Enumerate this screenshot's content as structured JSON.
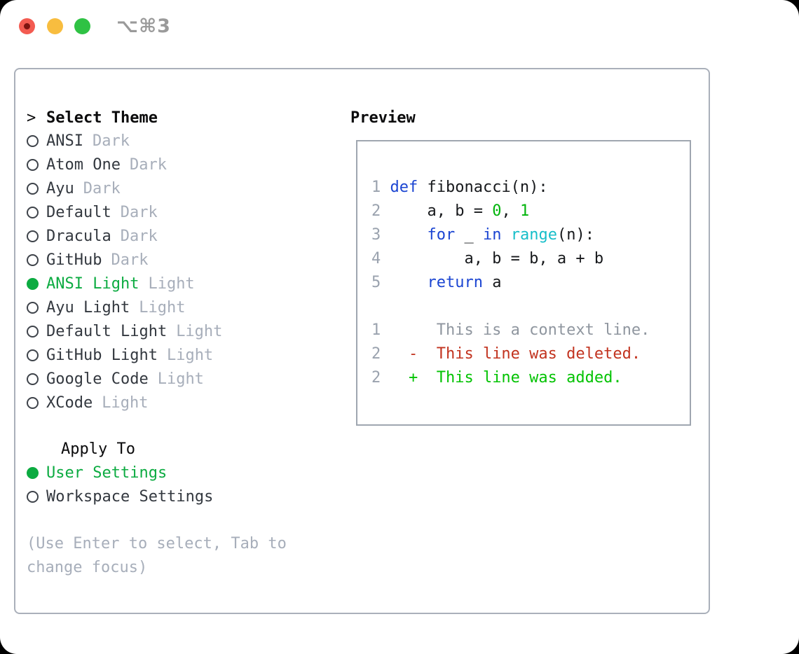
{
  "titlebar": {
    "shortcut": "⌥⌘3",
    "traffic_lights": [
      "close-unsaved",
      "minimize",
      "zoom"
    ]
  },
  "theme_panel": {
    "prompt": ">",
    "title": "Select Theme",
    "themes": [
      {
        "name": "ANSI",
        "tag": "Dark",
        "selected": false
      },
      {
        "name": "Atom One",
        "tag": "Dark",
        "selected": false
      },
      {
        "name": "Ayu",
        "tag": "Dark",
        "selected": false
      },
      {
        "name": "Default",
        "tag": "Dark",
        "selected": false
      },
      {
        "name": "Dracula",
        "tag": "Dark",
        "selected": false
      },
      {
        "name": "GitHub",
        "tag": "Dark",
        "selected": false
      },
      {
        "name": "ANSI Light",
        "tag": "Light",
        "selected": true
      },
      {
        "name": "Ayu Light",
        "tag": "Light",
        "selected": false
      },
      {
        "name": "Default Light",
        "tag": "Light",
        "selected": false
      },
      {
        "name": "GitHub Light",
        "tag": "Light",
        "selected": false
      },
      {
        "name": "Google Code",
        "tag": "Light",
        "selected": false
      },
      {
        "name": "XCode",
        "tag": "Light",
        "selected": false
      }
    ],
    "apply_to": {
      "title": "Apply To",
      "options": [
        {
          "label": "User Settings",
          "selected": true
        },
        {
          "label": "Workspace Settings",
          "selected": false
        }
      ]
    },
    "hint_line1": "(Use Enter to select, Tab to",
    "hint_line2": "change focus)"
  },
  "preview": {
    "title": "Preview",
    "code_lines": [
      {
        "num": "1",
        "segments": [
          {
            "t": "def",
            "c": "keyword"
          },
          {
            "t": " fibonacci(n):",
            "c": "text"
          }
        ]
      },
      {
        "num": "2",
        "segments": [
          {
            "t": "    a, b = ",
            "c": "text"
          },
          {
            "t": "0",
            "c": "number"
          },
          {
            "t": ", ",
            "c": "text"
          },
          {
            "t": "1",
            "c": "number"
          }
        ]
      },
      {
        "num": "3",
        "segments": [
          {
            "t": "    ",
            "c": "text"
          },
          {
            "t": "for",
            "c": "keyword"
          },
          {
            "t": " _ ",
            "c": "text"
          },
          {
            "t": "in",
            "c": "keyword"
          },
          {
            "t": " ",
            "c": "text"
          },
          {
            "t": "range",
            "c": "builtin"
          },
          {
            "t": "(n):",
            "c": "text"
          }
        ]
      },
      {
        "num": "4",
        "segments": [
          {
            "t": "        a, b = b, a + b",
            "c": "text"
          }
        ]
      },
      {
        "num": "5",
        "segments": [
          {
            "t": "    ",
            "c": "text"
          },
          {
            "t": "return",
            "c": "keyword"
          },
          {
            "t": " a",
            "c": "text"
          }
        ]
      }
    ],
    "diff_lines": [
      {
        "num": "1",
        "segments": [
          {
            "t": "     This is a context line.",
            "c": "context"
          }
        ]
      },
      {
        "num": "2",
        "segments": [
          {
            "t": "  ",
            "c": "text"
          },
          {
            "t": "-  This line was deleted.",
            "c": "deleted"
          }
        ]
      },
      {
        "num": "2",
        "segments": [
          {
            "t": "  ",
            "c": "text"
          },
          {
            "t": "+  This line was added.",
            "c": "added"
          }
        ]
      }
    ]
  },
  "colors": {
    "selection_green": "#0cab41",
    "keyword_blue": "#1b45d2",
    "builtin_cyan": "#17bec9",
    "number_green": "#00b40b",
    "added_green": "#03c303",
    "deleted_red": "#c2331f",
    "context_gray": "#8f969f",
    "line_number_gray": "#9aa2ae",
    "muted_gray": "#a7aeba",
    "border_gray": "#aab0ba",
    "traffic_red": "#f35b51",
    "traffic_yellow": "#f8bd3f",
    "traffic_green": "#2fc244"
  }
}
